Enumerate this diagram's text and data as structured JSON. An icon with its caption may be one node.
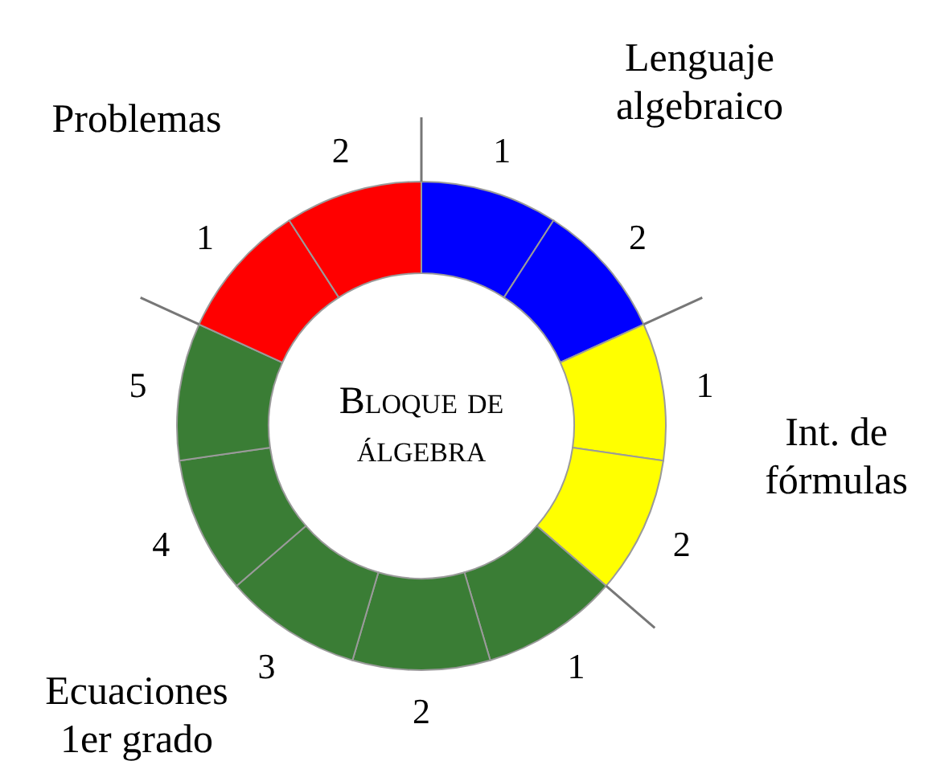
{
  "diagram": {
    "nodes": [
      {
        "text": [
          "Bloque de álgebra"
        ]
      },
      {
        "text": [],
        "shape": "sector",
        "beside": [
          "1"
        ]
      },
      {
        "text": [],
        "shape": "sector",
        "beside": [
          "2"
        ]
      },
      {
        "text": [],
        "shape": "sector",
        "beside": [
          "1"
        ]
      },
      {
        "text": [],
        "shape": "sector",
        "beside": [
          "2"
        ]
      },
      {
        "text": [],
        "shape": "sector",
        "beside": [
          "1"
        ]
      },
      {
        "text": [],
        "shape": "sector",
        "beside": [
          "2"
        ]
      },
      {
        "text": [],
        "shape": "sector",
        "beside": [
          "3"
        ]
      },
      {
        "text": [],
        "shape": "sector",
        "beside": [
          "4"
        ]
      },
      {
        "text": [],
        "shape": "sector",
        "beside": [
          "5"
        ]
      },
      {
        "text": [],
        "shape": "sector",
        "beside": [
          "1"
        ]
      },
      {
        "text": [],
        "shape": "sector",
        "beside": [
          "2"
        ]
      }
    ],
    "labels": [
      "Lenguaje algebraico",
      "Problemas",
      "Int. de fórmulas",
      "Ecuaciones 1er grado"
    ]
  }
}
